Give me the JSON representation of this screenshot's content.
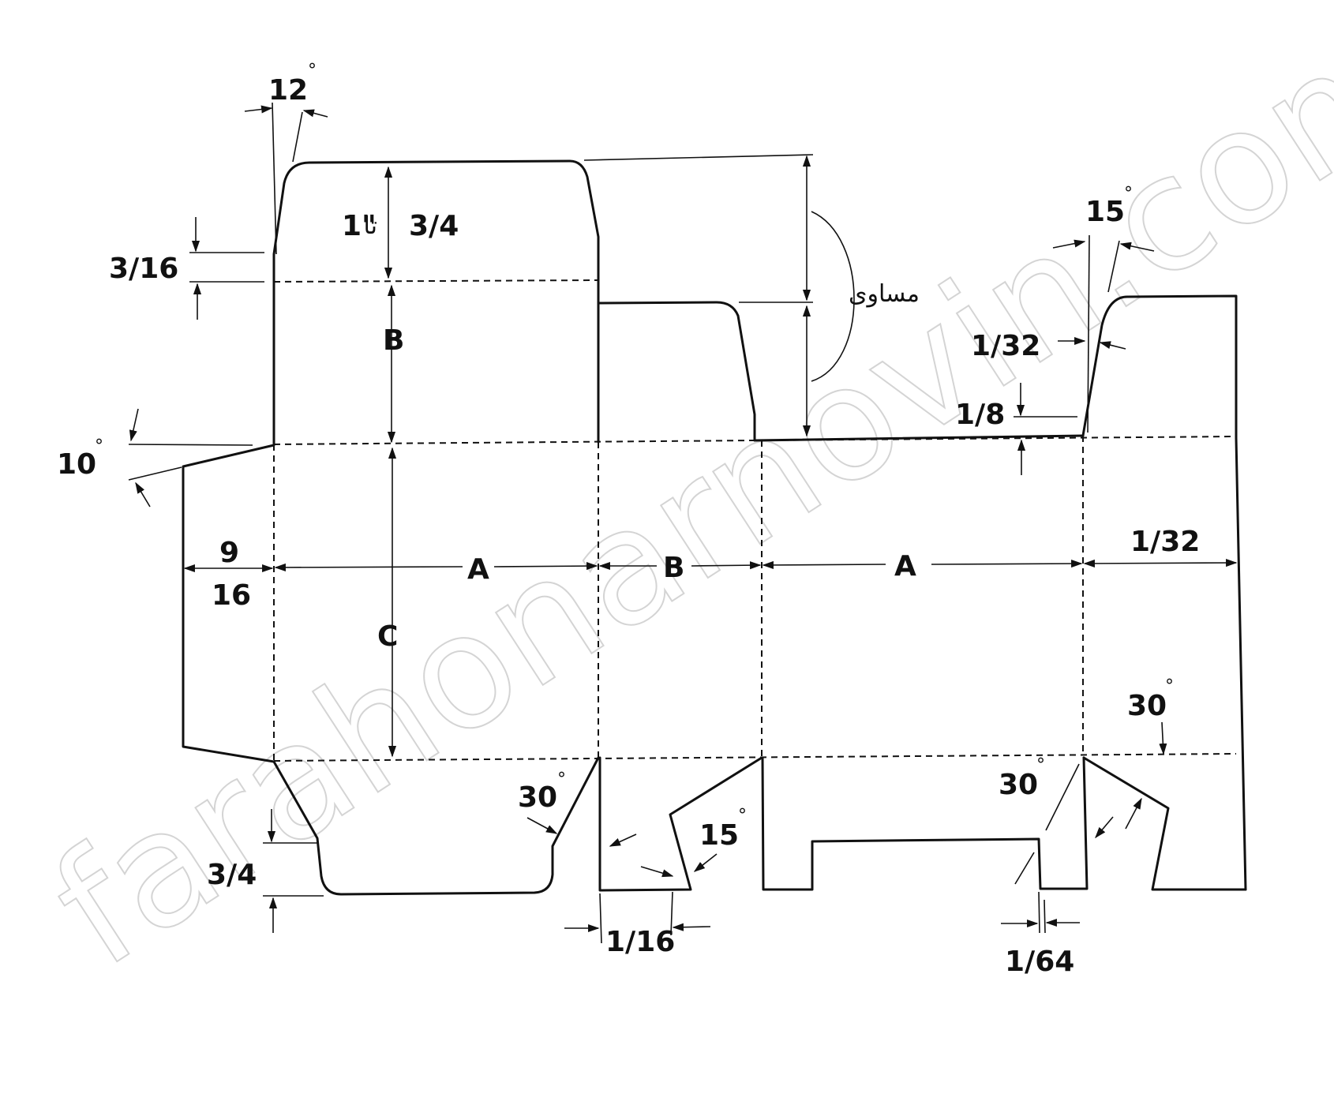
{
  "watermark": "farahonarnovin.com",
  "labels": {
    "dim_1_3_4": "3/4",
    "dim_1_ta": "تا",
    "dim_1_inch": "1\"",
    "equal": "مساوی",
    "B_top": "B",
    "B_mid": "B",
    "A_left": "A",
    "A_right": "A",
    "C": "C",
    "nine": "9",
    "sixteen": "16",
    "three_16": "3/16",
    "three_4_bottom": "3/4",
    "one_32_top": "1/32",
    "one_8": "1/8",
    "one_32_right": "1/32",
    "one_16": "1/16",
    "one_64": "1/64"
  },
  "angles": {
    "a12": "12",
    "a15_top": "15",
    "a10": "10",
    "a30_left": "30",
    "a15_bottom": "15",
    "a30_mid": "30",
    "a30_right": "30",
    "degree_mark": "°"
  }
}
